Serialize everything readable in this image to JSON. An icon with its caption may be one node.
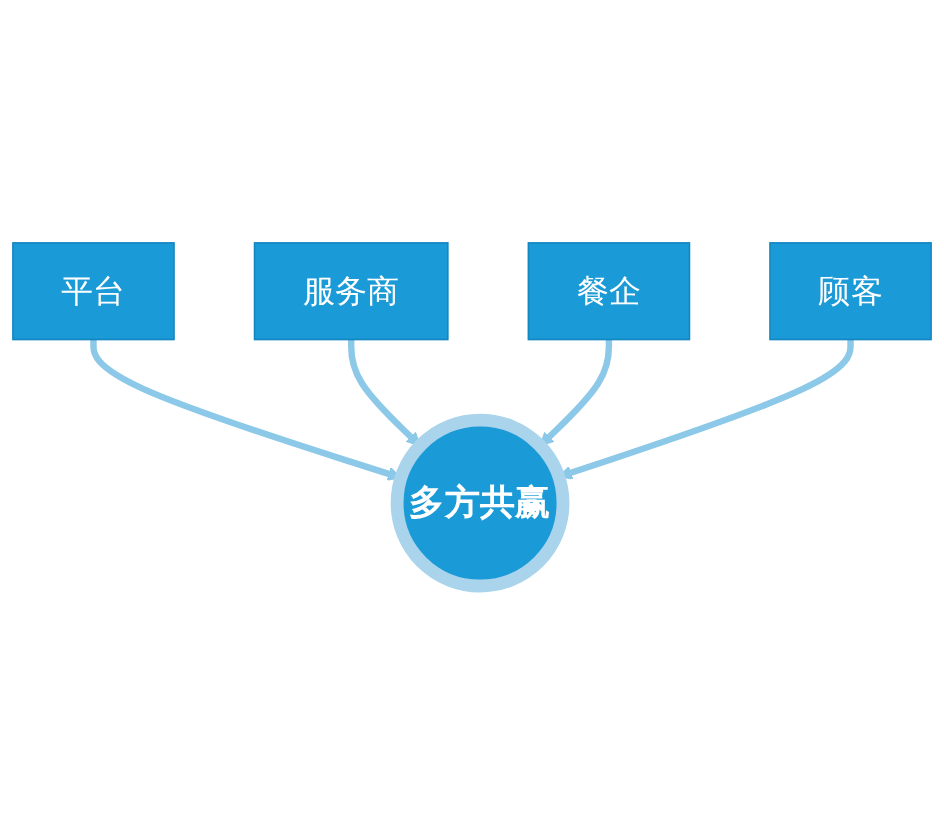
{
  "diagram": {
    "nodes": [
      {
        "text": [
          "平台"
        ]
      },
      {
        "text": [
          "服务商"
        ]
      },
      {
        "text": [
          "多方共赢"
        ]
      },
      {
        "text": [
          "餐企"
        ]
      },
      {
        "text": [
          "顾客"
        ]
      }
    ],
    "edges": [
      {
        "from": 0,
        "to": 2,
        "arrow": "to"
      },
      {
        "from": 1,
        "to": 2,
        "arrow": "to"
      },
      {
        "from": 3,
        "to": 2,
        "arrow": "to"
      },
      {
        "from": 4,
        "to": 2,
        "arrow": "to"
      }
    ]
  }
}
